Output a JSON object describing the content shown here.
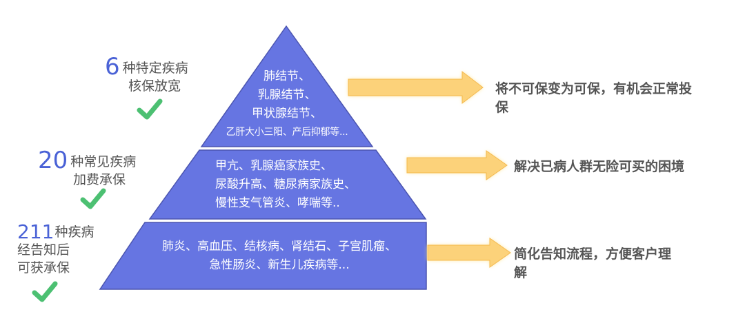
{
  "tiers": [
    {
      "lines": [
        "肺结节、",
        "乳腺结节、",
        "甲状腺结节、",
        "乙肝大小三阳、产后抑郁等..."
      ]
    },
    {
      "lines": [
        "甲亢、乳腺癌家族史、",
        "尿酸升高、糖尿病家族史、",
        "慢性支气管炎、哮喘等.."
      ]
    },
    {
      "lines": [
        "肺炎、高血压、结核病、肾结石、子宫肌瘤、",
        "急性肠炎、新生儿疾病等..."
      ]
    }
  ],
  "left_labels": [
    {
      "number": "6",
      "line1": "种特定疾病",
      "line2": "核保放宽"
    },
    {
      "number": "20",
      "line1": "种常见疾病",
      "line2": "加费承保"
    },
    {
      "number": "211",
      "line1": "种疾病",
      "line2": "经告知后",
      "line3": "可获承保"
    }
  ],
  "right_labels": [
    {
      "line1": "将不可保变为可保，有机会正常投",
      "line2": "保"
    },
    {
      "line1": "解决已病人群无险可买的困境"
    },
    {
      "line1": "简化告知流程，方便客户理",
      "line2": "解"
    }
  ],
  "colors": {
    "pyramid": "#6675e2",
    "number": "#4a62d6",
    "check": "#4cc072",
    "arrow": "#fcd27a"
  }
}
